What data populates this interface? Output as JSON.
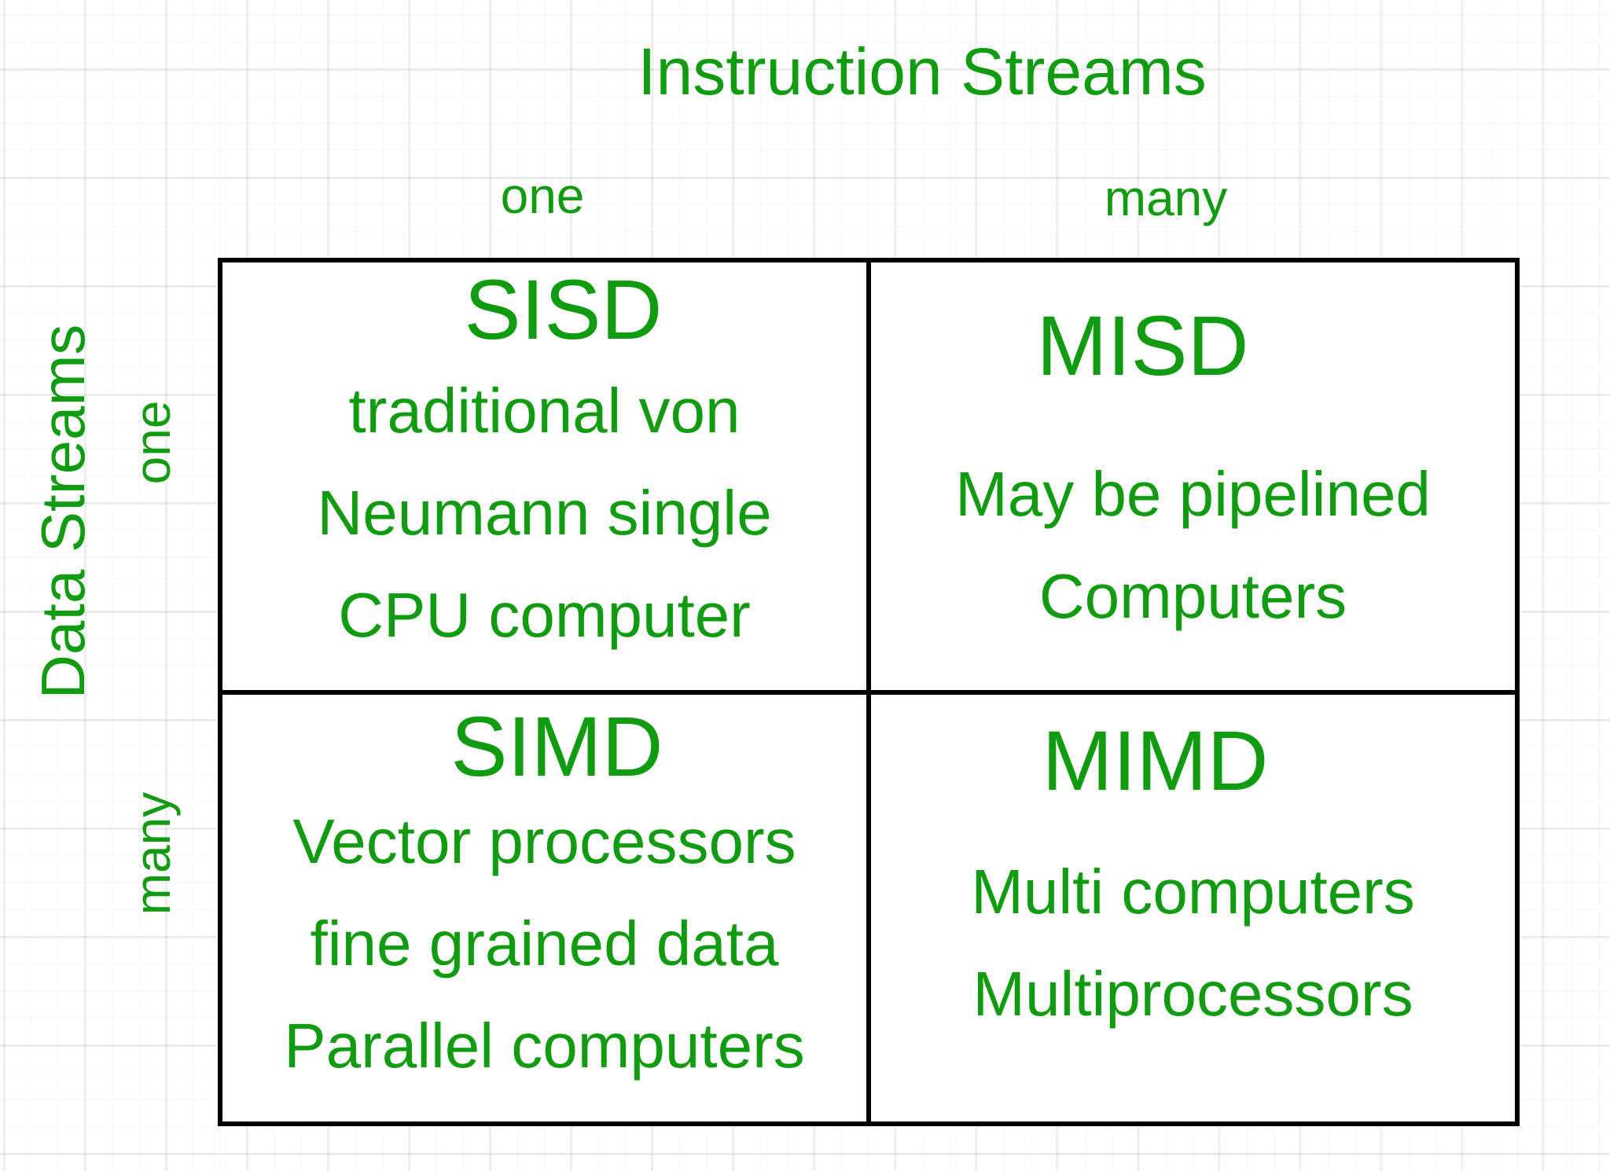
{
  "colors": {
    "text_green": "#119b11",
    "border_black": "#000000"
  },
  "axes": {
    "instruction": {
      "title": "Instruction Streams",
      "labels": [
        "one",
        "many"
      ]
    },
    "data": {
      "title": "Data Streams",
      "labels": [
        "one",
        "many"
      ]
    }
  },
  "cells": {
    "sisd": {
      "title": "SISD",
      "lines": [
        "traditional von",
        "Neumann single",
        "CPU computer"
      ]
    },
    "misd": {
      "title": "MISD",
      "lines": [
        "May be pipelined",
        "Computers"
      ]
    },
    "simd": {
      "title": "SIMD",
      "lines": [
        "Vector processors",
        "fine grained data",
        "Parallel computers"
      ]
    },
    "mimd": {
      "title": "MIMD",
      "lines": [
        "Multi computers",
        "Multiprocessors"
      ]
    }
  }
}
